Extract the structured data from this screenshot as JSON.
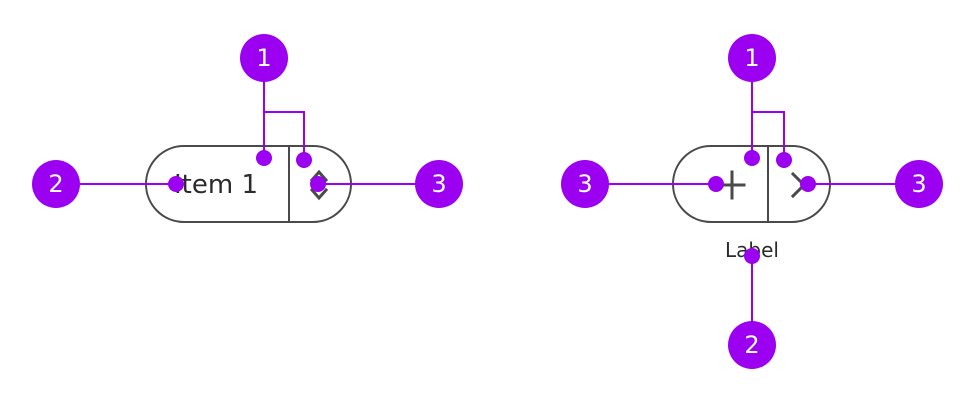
{
  "variant_a": {
    "button_label": "Item 1",
    "badges": {
      "container": "1",
      "label": "2",
      "icon": "3"
    },
    "icon": "chevron-up-down-icon"
  },
  "variant_b": {
    "field_label": "Label",
    "badges": {
      "container": "1",
      "label": "2",
      "leading_icon": "3",
      "trailing_icon": "3"
    },
    "leading_icon": "add-icon",
    "trailing_icon": "chevron-right-icon"
  },
  "colors": {
    "annotation": "#9b00f0",
    "outline": "#4a4a4a",
    "text": "#2b2b2b"
  }
}
